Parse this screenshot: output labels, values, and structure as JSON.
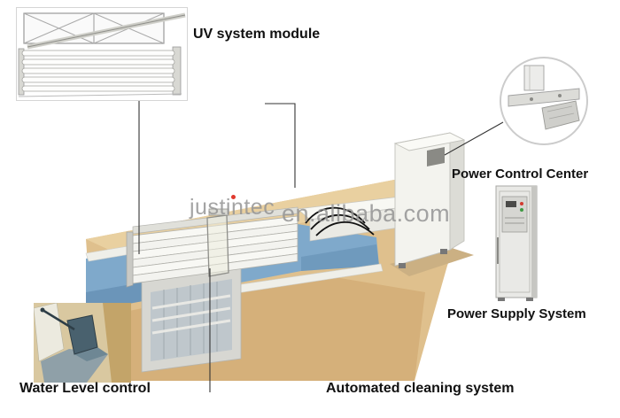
{
  "diagram": {
    "labels": {
      "uv_module": "UV system module",
      "power_control_center": "Power Control Center",
      "power_supply_system": "Power Supply System",
      "automated_cleaning": "Automated cleaning system",
      "water_level": "Water Level control"
    },
    "watermark": {
      "brand": "justintec",
      "site": "en.alibaba.com"
    },
    "colors": {
      "sand": "#dfc08d",
      "sand_light": "#e9d0a0",
      "sand_dark": "#d5b07a",
      "water": "#7fa9cb",
      "water_dark": "#5d88ad",
      "structure": "#f3f3ee",
      "structure_shade": "#dcdcd6",
      "wall": "#efefe9",
      "pit": "#bfc7cc",
      "leader_line": "#333333",
      "watermark_gray": "#959595",
      "watermark_red": "#e0392e"
    },
    "icons": {
      "uv_module_inset": "uv-lamp-rack",
      "detail_inset": "lamp-mount-detail",
      "cabinet_photo": "power-supply-cabinet",
      "water_gate_inset": "water-level-gate",
      "scene": "uv-channel-isometric-scene"
    }
  }
}
